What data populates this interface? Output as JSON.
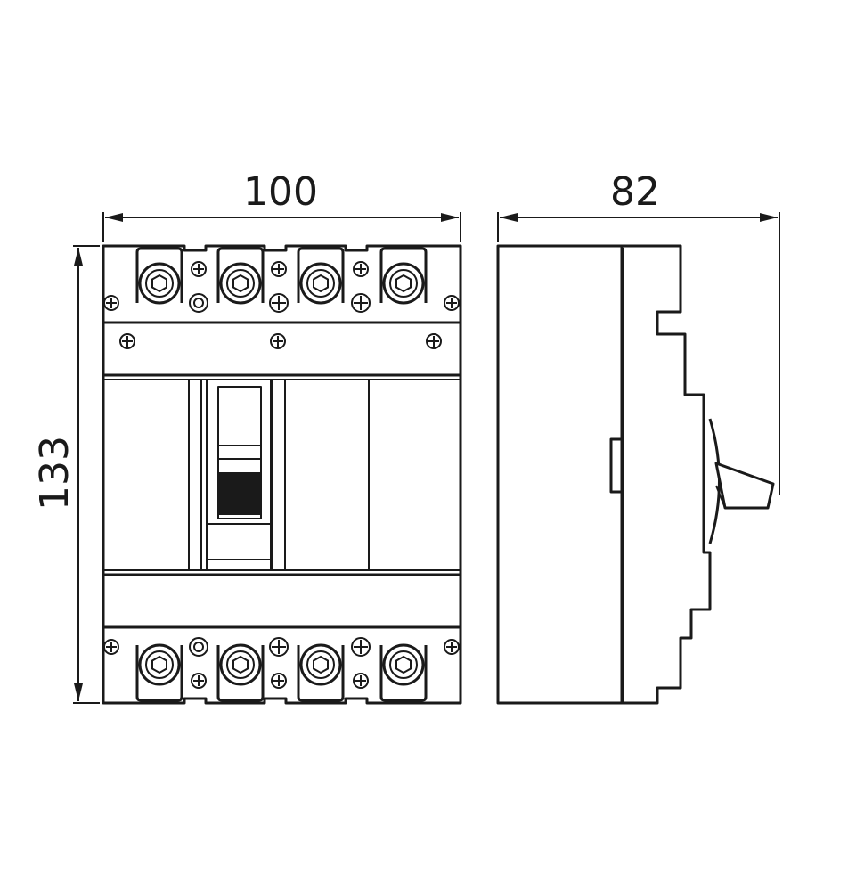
{
  "dimensions": {
    "width": "100",
    "height": "133",
    "depth": "82"
  },
  "colors": {
    "stroke": "#1a1a1a",
    "background": "#ffffff",
    "fill_dark": "#1a1a1a"
  },
  "front_view": {
    "terminal_count_top": 4,
    "terminal_count_bottom": 4
  }
}
